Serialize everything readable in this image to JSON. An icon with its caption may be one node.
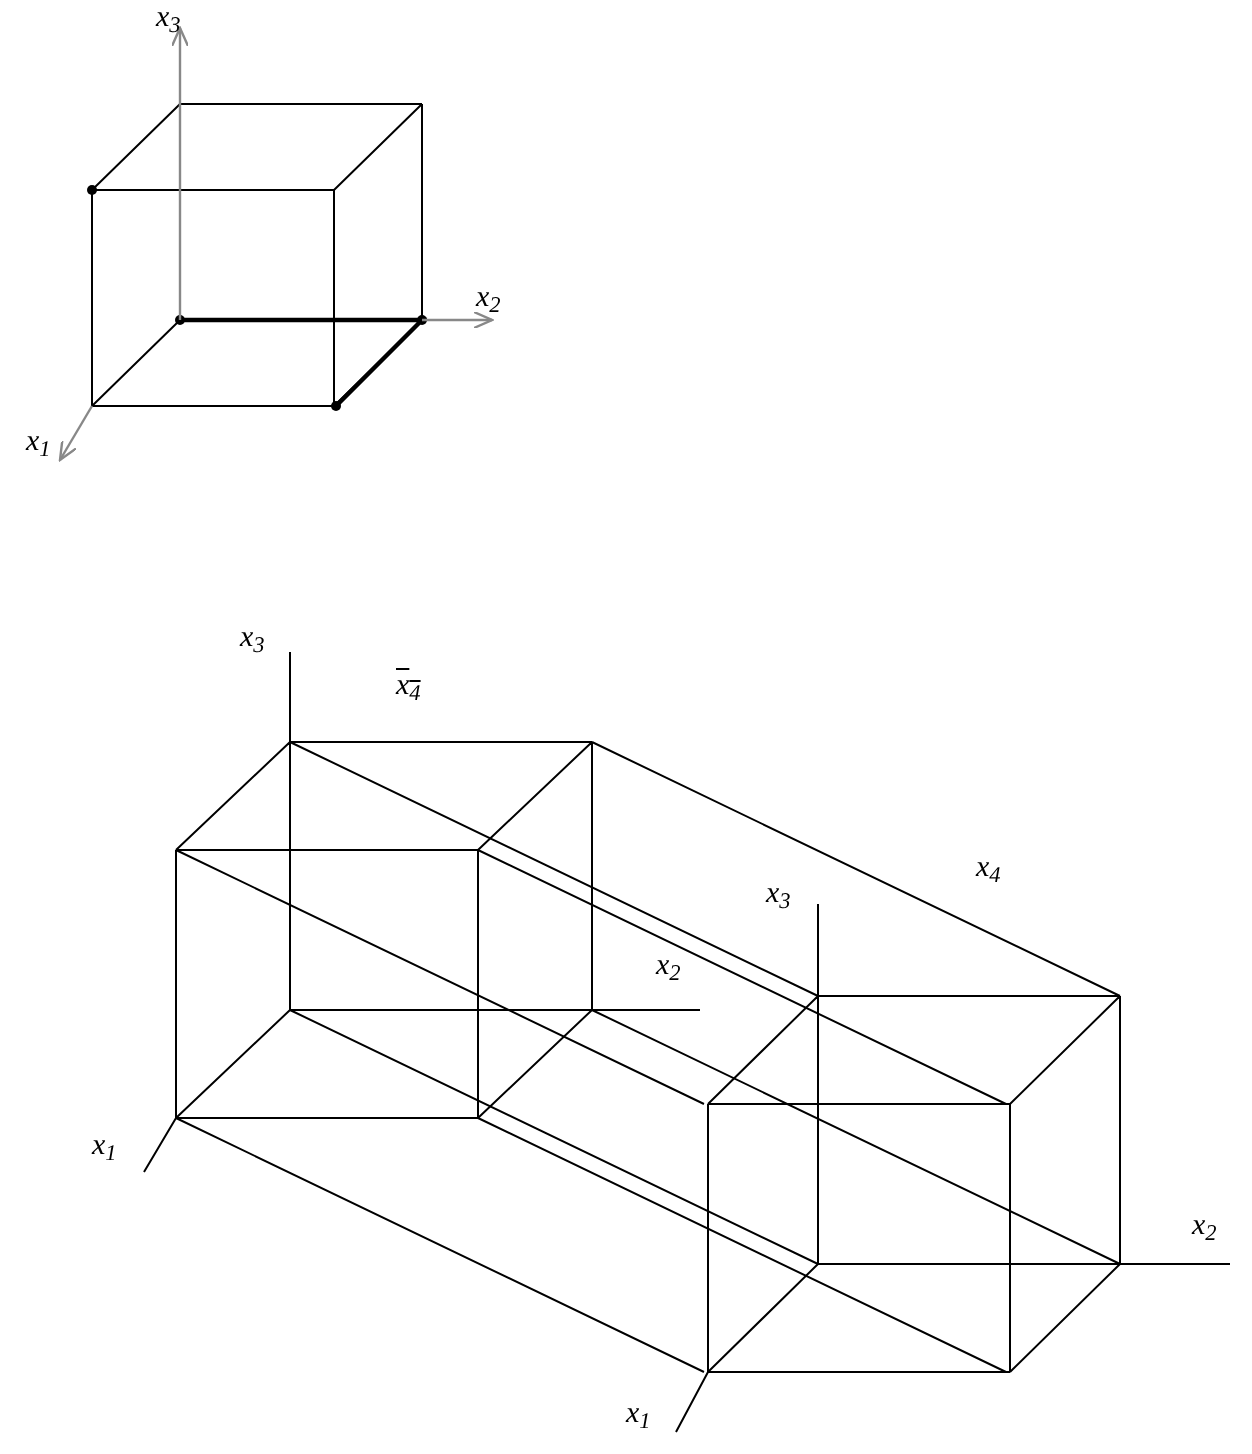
{
  "diagram": {
    "labels": [
      "x$_{3}$",
      "x$_{2}$",
      "x$_{1}$",
      "x$_{3}$",
      "x$_{4}$",
      "x$_{2}$",
      "x$_{1}$",
      "x$_{3}$",
      "x$_{4}$",
      "x$_{2}$",
      "x$_{1}$"
    ]
  }
}
